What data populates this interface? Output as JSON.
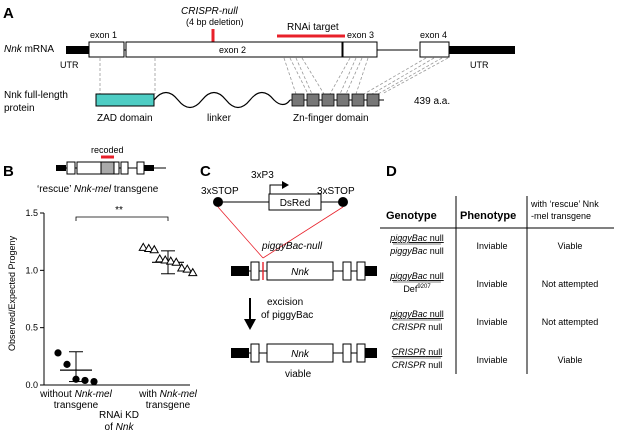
{
  "panels": {
    "a": "A",
    "b": "B",
    "c": "C",
    "d": "D"
  },
  "panel_a": {
    "crispr_label": "CRISPR-null",
    "crispr_sub": "(4 bp deletion)",
    "rnai_label": "RNAi target",
    "mrna_gene": "Nnk",
    "mrna_suffix": "mRNA",
    "utr_left": "UTR",
    "utr_right": "UTR",
    "exons": [
      "exon 1",
      "exon 2",
      "exon 3",
      "exon 4"
    ],
    "protein_label_line1": "Nnk full-length",
    "protein_label_line2": "protein",
    "domains": {
      "zad": "ZAD domain",
      "linker": "linker",
      "zn": "Zn-finger domain"
    },
    "length": "439 a.a.",
    "colors": {
      "zad": "#4ecdc4",
      "zn": "#777777",
      "target": "#e8202a"
    }
  },
  "panel_b": {
    "recoded_label": "recoded",
    "transgene_prefix": "‘rescue’ ",
    "transgene_gene": "Nnk-mel",
    "transgene_suffix": " transgene",
    "significance": "**",
    "xcaption_line1": "RNAi KD",
    "xcaption_line2_prefix": "of ",
    "xcaption_line2_gene": "Nnk"
  },
  "chart_data": {
    "type": "scatter",
    "ylabel": "Observed/Expected Progeny",
    "ylim": [
      0,
      1.5
    ],
    "yticks": [
      "0.0",
      "0.5",
      "1.0",
      "1.5"
    ],
    "groups": [
      {
        "label_pre": "without ",
        "label_gene": "Nnk-mel",
        "label_line2": "transgene",
        "marker": "circle",
        "values": [
          0.28,
          0.18,
          0.05,
          0.04,
          0.03
        ],
        "mean": 0.13,
        "sd": [
          0.03,
          0.29
        ]
      },
      {
        "label_pre": "with ",
        "label_gene": "Nnk-mel",
        "label_line2": "transgene",
        "marker": "triangle",
        "values": [
          1.2,
          1.19,
          1.18,
          1.1,
          1.09,
          1.08,
          1.07,
          1.02,
          1.01,
          0.98
        ],
        "mean": 1.07,
        "sd": [
          0.97,
          1.17
        ]
      }
    ]
  },
  "panel_c": {
    "p3": "3xP3",
    "stop_left": "3xSTOP",
    "stop_right": "3xSTOP",
    "dsred": "DsRed",
    "allele": "piggyBac-null",
    "gene": "Nnk",
    "excision_line1": "excision",
    "excision_line2": "of piggyBac",
    "outcome": "viable"
  },
  "panel_d": {
    "headers": [
      "Genotype",
      "Phenotype",
      "with ‘rescue’ Nnk",
      "-mel transgene"
    ],
    "rows": [
      {
        "top_gene": "piggyBac",
        "top_suffix": " null",
        "bottom_gene": "piggyBac",
        "bottom_suffix": " null",
        "phenotype": "Inviable",
        "rescue": "Viable"
      },
      {
        "top_gene": "piggyBac",
        "top_suffix": " null",
        "bottom_gene": "Def",
        "bottom_suffix": "9207",
        "phenotype": "Inviable",
        "rescue": "Not attempted"
      },
      {
        "top_gene": "piggyBac",
        "top_suffix": " null",
        "bottom_gene": "CRISPR",
        "bottom_suffix": " null",
        "phenotype": "Inviable",
        "rescue": "Not attempted"
      },
      {
        "top_gene": "CRISPR",
        "top_suffix": " null",
        "bottom_gene": "CRISPR",
        "bottom_suffix": " null",
        "phenotype": "Inviable",
        "rescue": "Viable"
      }
    ]
  }
}
